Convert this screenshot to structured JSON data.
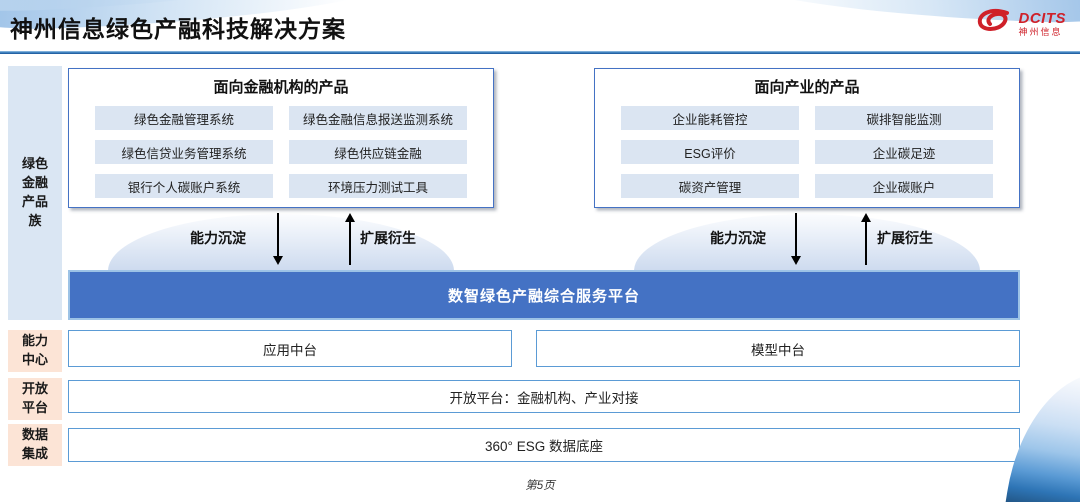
{
  "header": {
    "title": "神州信息绿色产融科技解决方案",
    "logo": {
      "brand": "DCITS",
      "brand_cn": "神州信息"
    }
  },
  "sidebar": {
    "product_family": "绿色金融产品族",
    "capability_center": "能力中心",
    "open_platform": "开放平台",
    "data_integration": "数据集成"
  },
  "finance_products": {
    "title": "面向金融机构的产品",
    "items": [
      "绿色金融管理系统",
      "绿色金融信息报送监测系统",
      "绿色信贷业务管理系统",
      "绿色供应链金融",
      "银行个人碳账户系统",
      "环境压力测试工具"
    ]
  },
  "industry_products": {
    "title": "面向产业的产品",
    "items": [
      "企业能耗管控",
      "碳排智能监测",
      "ESG评价",
      "企业碳足迹",
      "碳资产管理",
      "企业碳账户"
    ]
  },
  "flows": {
    "deposit_label": "能力沉淀",
    "derive_label": "扩展衍生"
  },
  "platform": {
    "title": "数智绿色产融综合服务平台"
  },
  "capability_row": {
    "left": "应用中台",
    "right": "模型中台"
  },
  "open_row": {
    "label": "开放平台：金融机构、产业对接"
  },
  "data_row": {
    "label": "360° ESG 数据底座"
  },
  "footer": {
    "page": "第5页"
  },
  "colors": {
    "platform_blue": "#4472c4",
    "box_border_blue": "#4472c4",
    "row_border_blue": "#5b9bd5",
    "pill_bg": "#dbe5f2",
    "sidebar_blue": "#dae6f3",
    "sidebar_peach": "#fce4d6",
    "logo_red": "#cf2029"
  }
}
